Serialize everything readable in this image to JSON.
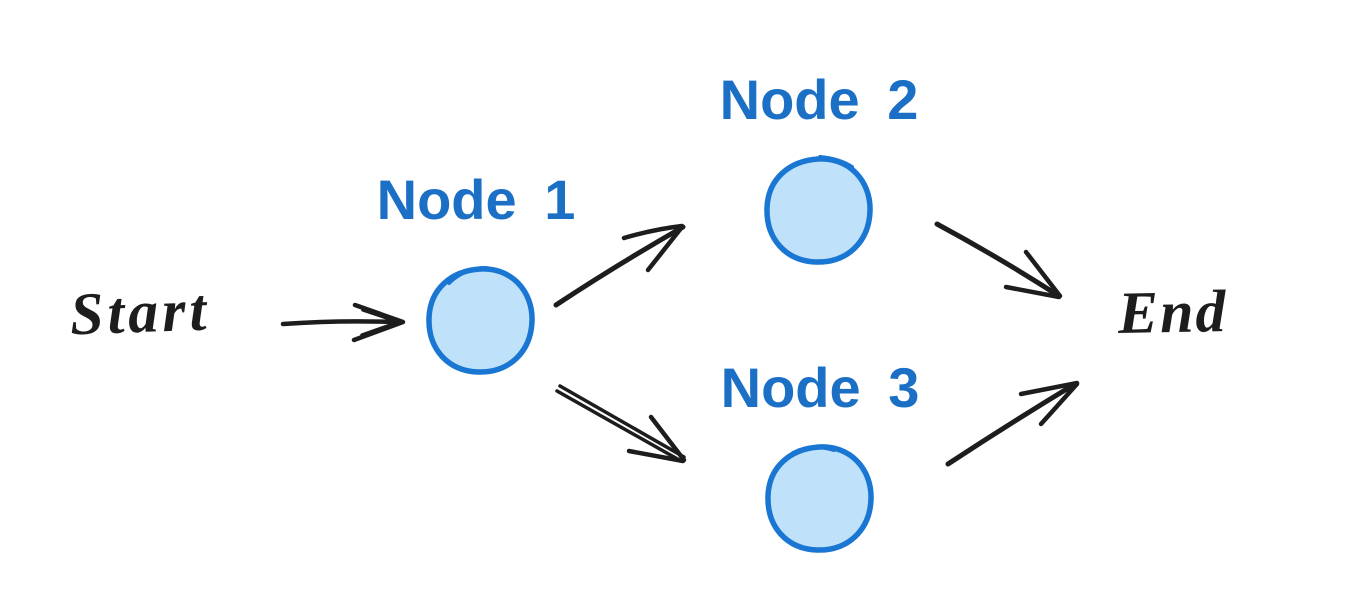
{
  "diagram": {
    "type": "flowchart",
    "background": "#ffffff",
    "colors": {
      "node_fill": "#bfe1fa",
      "node_stroke": "#1976d2",
      "node_label_blue": "#1b6fc5",
      "ink_black": "#1d1d1d"
    },
    "terminals": {
      "start": "Start",
      "end": "End"
    },
    "nodes": [
      {
        "id": "node-1",
        "label": "Node 1"
      },
      {
        "id": "node-2",
        "label": "Node 2"
      },
      {
        "id": "node-3",
        "label": "Node 3"
      }
    ],
    "edges": [
      {
        "from": "Start",
        "to": "Node 1"
      },
      {
        "from": "Node 1",
        "to": "Node 2"
      },
      {
        "from": "Node 1",
        "to": "Node 3"
      },
      {
        "from": "Node 2",
        "to": "End"
      },
      {
        "from": "Node 3",
        "to": "End"
      }
    ]
  }
}
